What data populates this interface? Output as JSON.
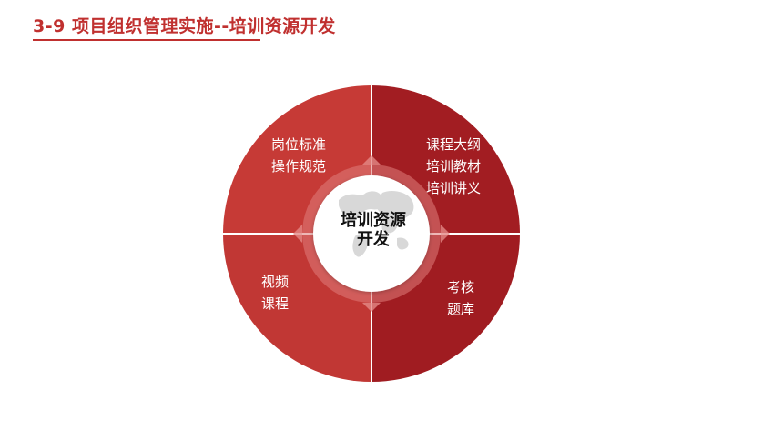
{
  "title": "3-9 项目组织管理实施--培训资源开发",
  "colors": {
    "accent": "#c0302f",
    "quadrant_top_left": "#c63a36",
    "quadrant_top_right": "#a21d22",
    "quadrant_bottom_left": "#c13734",
    "quadrant_bottom_right": "#a01c21",
    "center_fill": "#ffffff"
  },
  "diagram": {
    "center": {
      "line1": "培训资源",
      "line2": "开发"
    },
    "quadrants": {
      "top_left": [
        "岗位标准",
        "操作规范"
      ],
      "top_right": [
        "课程大纲",
        "培训教材",
        "培训讲义"
      ],
      "bottom_left": [
        "视频",
        "课程"
      ],
      "bottom_right": [
        "考核",
        "题库"
      ]
    }
  }
}
